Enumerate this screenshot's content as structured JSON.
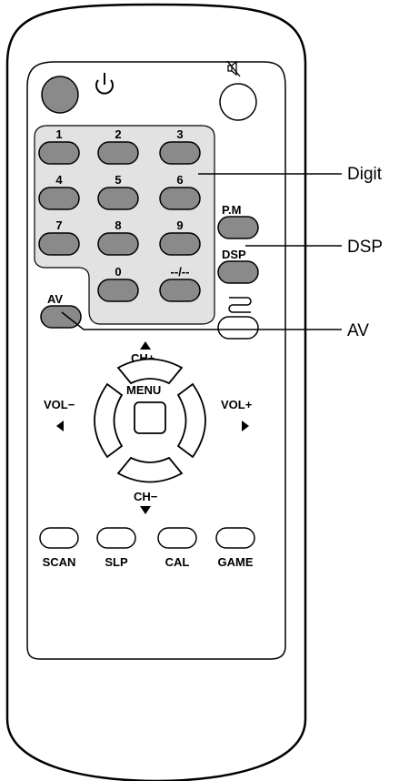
{
  "power_icon": "power-icon",
  "mute_icon": "mute-speaker-icon",
  "digits": [
    "1",
    "2",
    "3",
    "4",
    "5",
    "6",
    "7",
    "8",
    "9",
    "0",
    "--/--"
  ],
  "pm_label": "P.M",
  "dsp_label": "DSP",
  "av_label": "AV",
  "swap_icon": "swap-icon",
  "nav": {
    "ch_plus": "CH+",
    "ch_minus": "CH−",
    "vol_minus": "VOL−",
    "vol_plus": "VOL+",
    "menu": "MENU"
  },
  "bottom_buttons": [
    "SCAN",
    "SLP",
    "CAL",
    "GAME"
  ],
  "callouts": {
    "digit": "Digit",
    "dsp": "DSP",
    "av": "AV"
  },
  "colors": {
    "button_fill": "#8a8a8a",
    "power_fill": "#8a8a8a",
    "outline": "#000000"
  }
}
